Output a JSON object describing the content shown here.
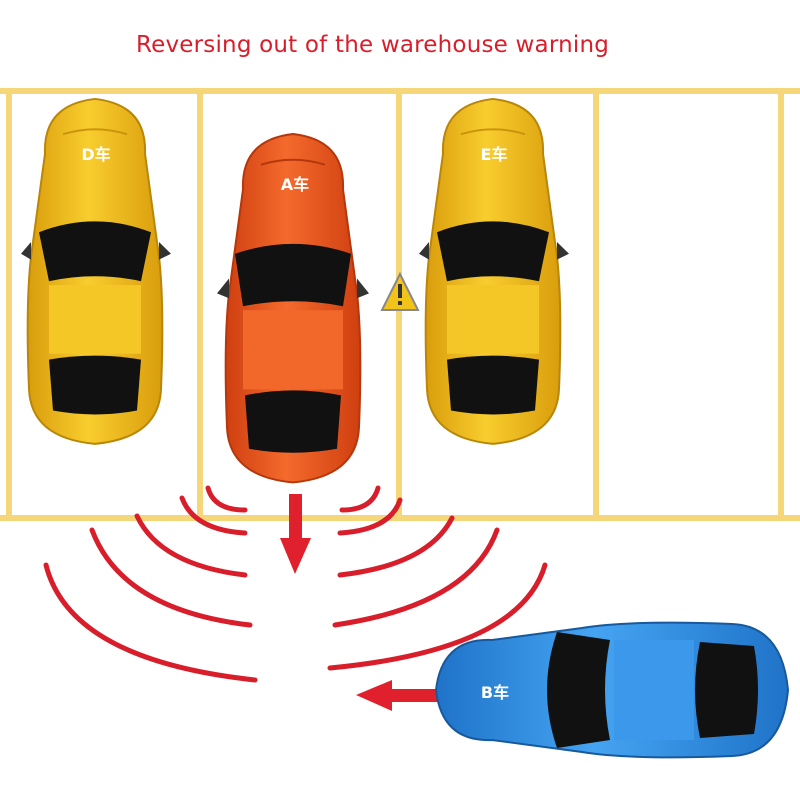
{
  "title": "Reversing out of the warehouse warning",
  "colors": {
    "line": "#f5d77a",
    "warning": "#d81e2a",
    "yellow_car": "#f2be19",
    "orange_car": "#ee5a22",
    "blue_car": "#2f8ee3",
    "glass": "#111111"
  },
  "cars": {
    "d": {
      "label": "D车",
      "color": "yellow"
    },
    "a": {
      "label": "A车",
      "color": "orange"
    },
    "e": {
      "label": "E车",
      "color": "yellow"
    },
    "b": {
      "label": "B车",
      "color": "blue"
    }
  },
  "icons": {
    "warning": "warning-triangle-icon",
    "down_arrow": "arrow-down-icon",
    "left_arrow": "arrow-left-icon"
  }
}
